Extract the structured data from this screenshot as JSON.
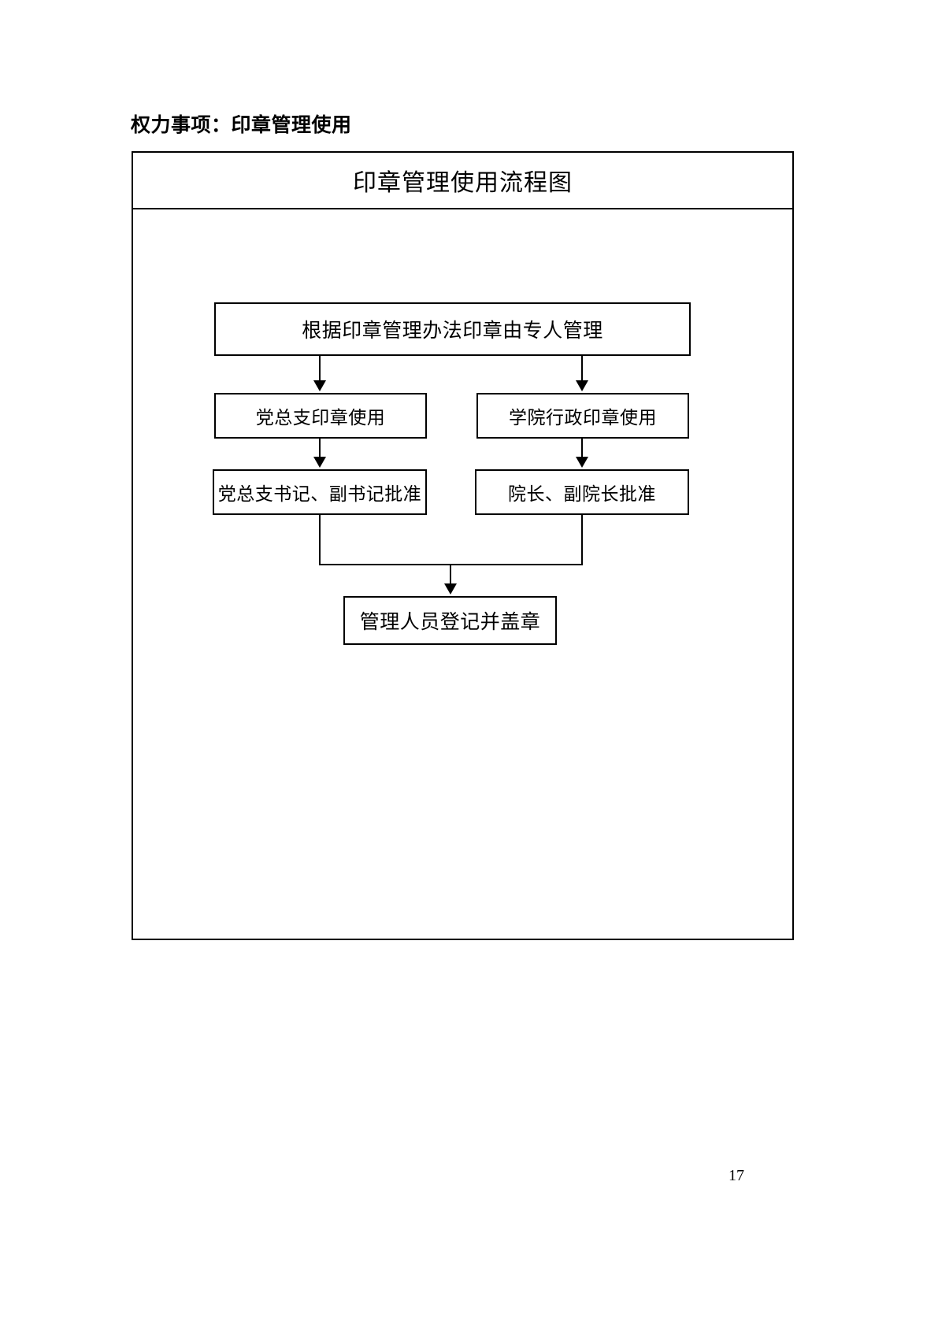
{
  "document": {
    "heading": "权力事项：印章管理使用",
    "page_number": "17"
  },
  "frame": {
    "title": "印章管理使用流程图"
  },
  "chart_data": {
    "type": "diagram",
    "title": "印章管理使用流程图",
    "nodes": [
      {
        "id": "root",
        "label": "根据印章管理办法印章由专人管理",
        "level": 0
      },
      {
        "id": "l1",
        "label": "党总支印章使用",
        "level": 1
      },
      {
        "id": "r1",
        "label": "学院行政印章使用",
        "level": 1
      },
      {
        "id": "l2",
        "label": "党总支书记、副书记批准",
        "level": 2
      },
      {
        "id": "r2",
        "label": "院长、副院长批准",
        "level": 2
      },
      {
        "id": "final",
        "label": "管理人员登记并盖章",
        "level": 3
      }
    ],
    "edges": [
      {
        "from": "root",
        "to": "l1"
      },
      {
        "from": "root",
        "to": "r1"
      },
      {
        "from": "l1",
        "to": "l2"
      },
      {
        "from": "r1",
        "to": "r2"
      },
      {
        "from": "l2",
        "to": "final"
      },
      {
        "from": "r2",
        "to": "final"
      }
    ],
    "colors": {
      "line": "#000000",
      "fill": "#ffffff",
      "text": "#000000"
    }
  }
}
